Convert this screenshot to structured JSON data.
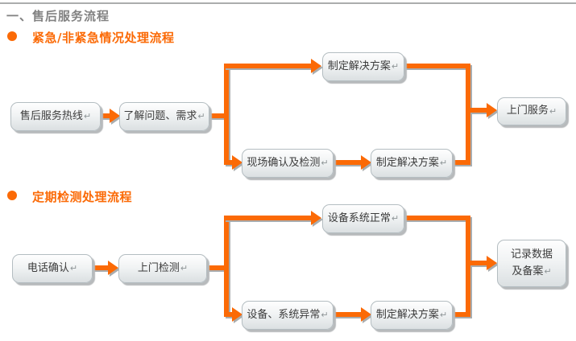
{
  "page": {
    "title": "一、售后服务流程",
    "return_mark": "↵"
  },
  "sections": {
    "emergency": {
      "heading": "紧急/非紧急情况处理流程"
    },
    "periodic": {
      "heading": "定期检测处理流程"
    }
  },
  "emergency_flow": {
    "hotline": "售后服务热线",
    "understand": "了解问题、需求",
    "plan_top": "制定解决方案",
    "onsite_check": "现场确认及检测",
    "plan_bottom": "制定解决方案",
    "door_service": "上门服务"
  },
  "periodic_flow": {
    "phone_confirm": "电话确认",
    "door_inspect": "上门检测",
    "normal": "设备系统正常",
    "abnormal": "设备、系统异常",
    "plan": "制定解决方案",
    "record_line1": "记录数据",
    "record_line2": "及备案"
  },
  "colors": {
    "accent_orange": "#fb6a06",
    "title_gray": "#828282",
    "box_border": "#b4bdc1"
  }
}
